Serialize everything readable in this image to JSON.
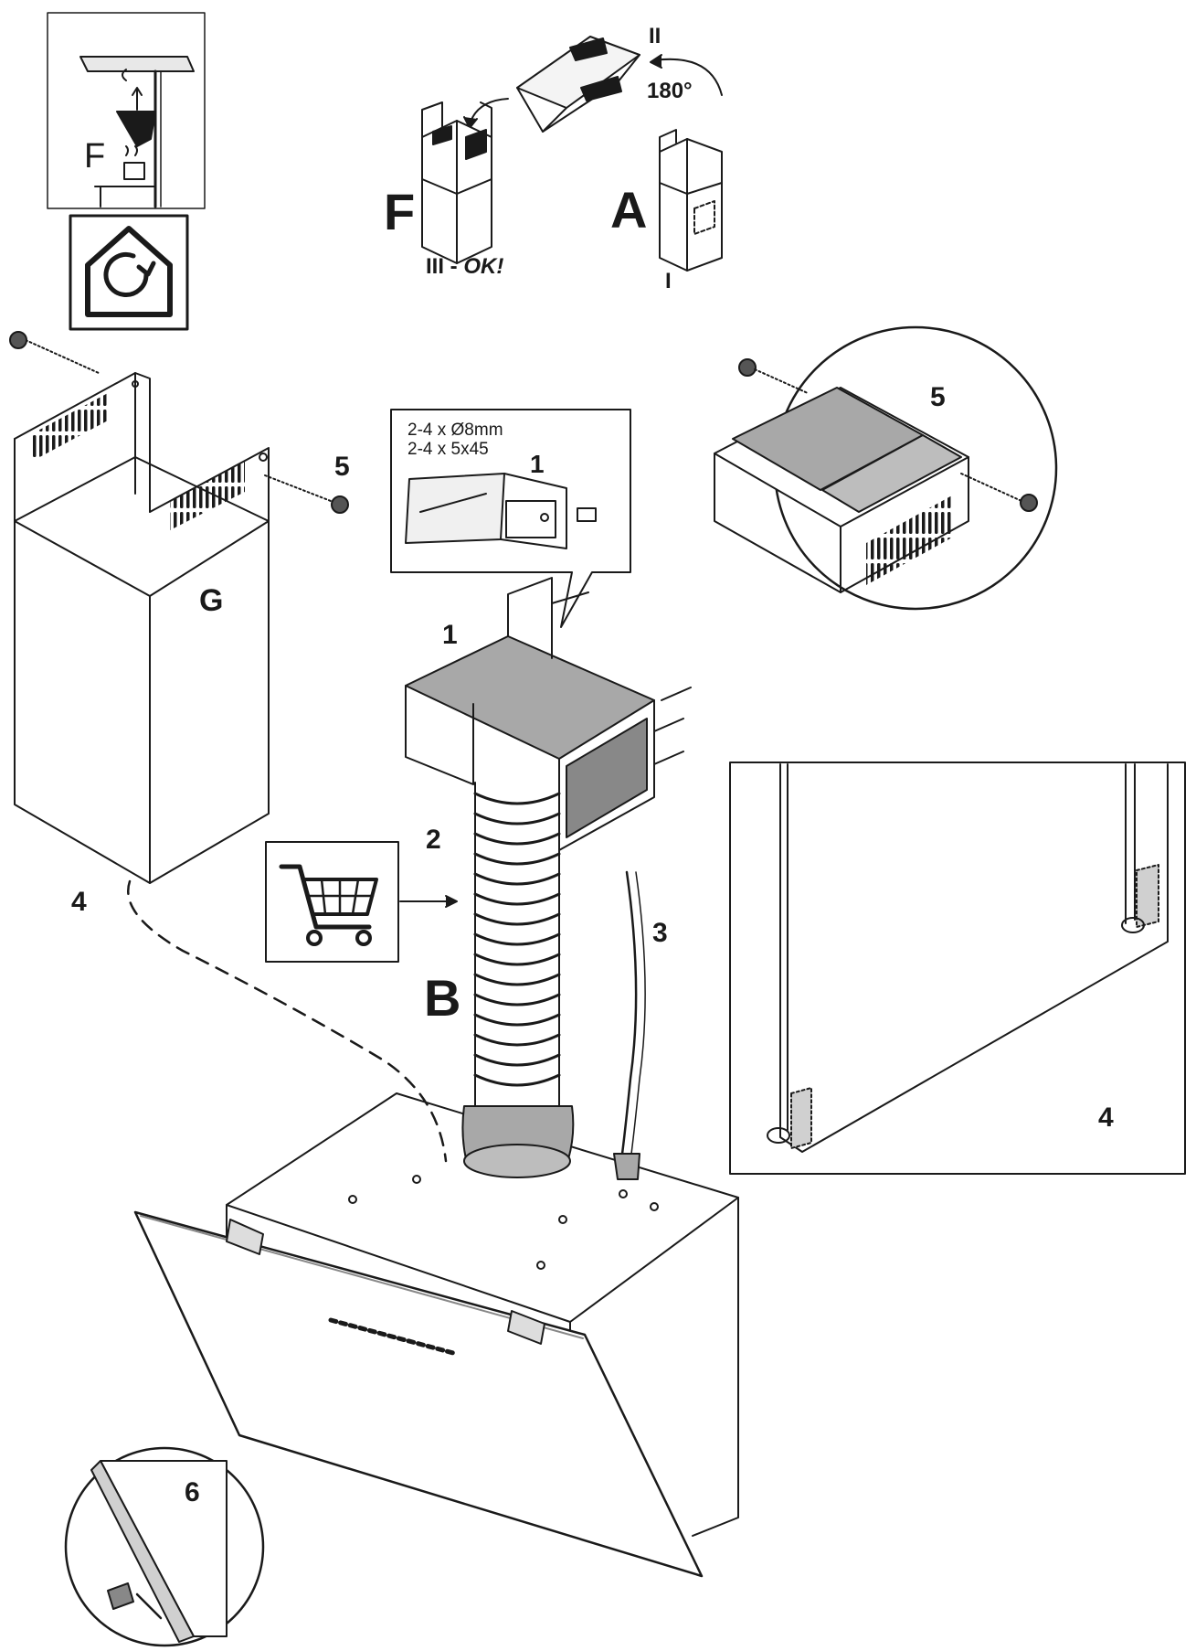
{
  "labels": {
    "top_inset_f": "F",
    "chimney_f": "F",
    "chimney_a": "A",
    "step_i": "I",
    "step_ii": "II",
    "step_iii": "III - ",
    "step_iii_ok": "OK!",
    "rotation": "180°",
    "chimney_g": "G",
    "screw_5_left": "5",
    "circle_5": "5",
    "bracket_1": "1",
    "inset_1": "1",
    "hose_2": "2",
    "cable_3": "3",
    "hose_b": "B",
    "cable_4_left": "4",
    "inset_4": "4",
    "detail_6": "6"
  },
  "spec": {
    "line1": "2-4 x Ø8mm",
    "line2": "2-4 x 5x45"
  },
  "icons": [
    "recirculation-house-icon",
    "shopping-cart-icon",
    "screw-icon"
  ],
  "colors": {
    "ink": "#1a1a1a",
    "grey_fill": "#a8a8a8",
    "light_grey": "#d0d0d0"
  }
}
